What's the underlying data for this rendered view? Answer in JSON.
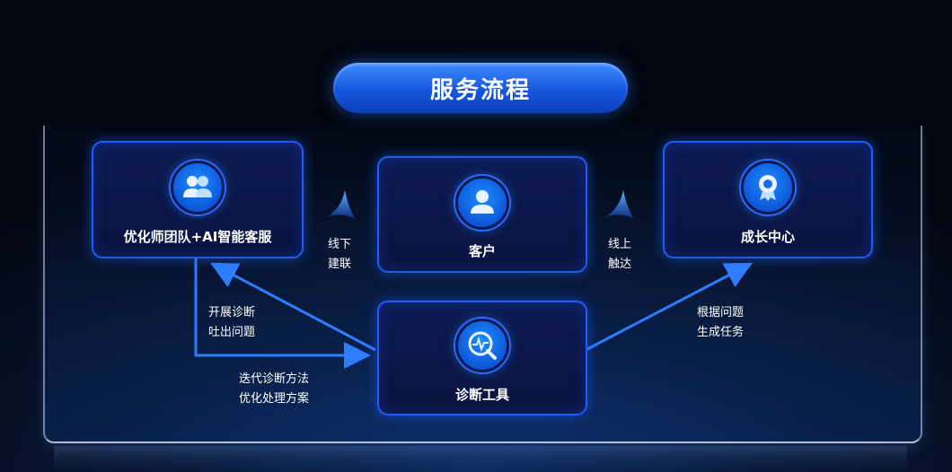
{
  "title": "服务流程",
  "nodes": {
    "team": "优化师团队+AI智能客服",
    "customer": "客户",
    "growth": "成长中心",
    "diagnosis": "诊断工具"
  },
  "edges": {
    "offline": [
      "线下",
      "建联"
    ],
    "online": [
      "线上",
      "触达"
    ],
    "start_diagnosis": [
      "开展诊断",
      "吐出问题"
    ],
    "iterate": [
      "迭代诊断方法",
      "优化处理方案"
    ],
    "generate_tasks": [
      "根据问题",
      "生成任务"
    ]
  },
  "colors": {
    "accent": "#1f5cff",
    "arrow": "#2f7dff",
    "card_bg": "#0c1a52"
  }
}
